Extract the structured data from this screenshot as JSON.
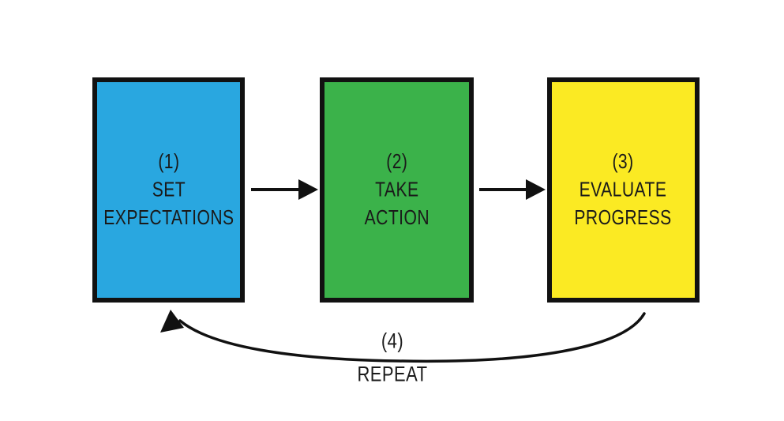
{
  "diagram": {
    "steps": [
      {
        "number": "(1)",
        "lines": [
          "SET",
          "EXPECTATIONS"
        ],
        "color": "#29a7e0"
      },
      {
        "number": "(2)",
        "lines": [
          "TAKE",
          "ACTION"
        ],
        "color": "#3bb24a"
      },
      {
        "number": "(3)",
        "lines": [
          "EVALUATE",
          "PROGRESS"
        ],
        "color": "#fbea23"
      }
    ],
    "loop": {
      "number": "(4)",
      "label": "REPEAT"
    },
    "ink_color": "#1a1a1a",
    "background_color": "#ffffff"
  }
}
